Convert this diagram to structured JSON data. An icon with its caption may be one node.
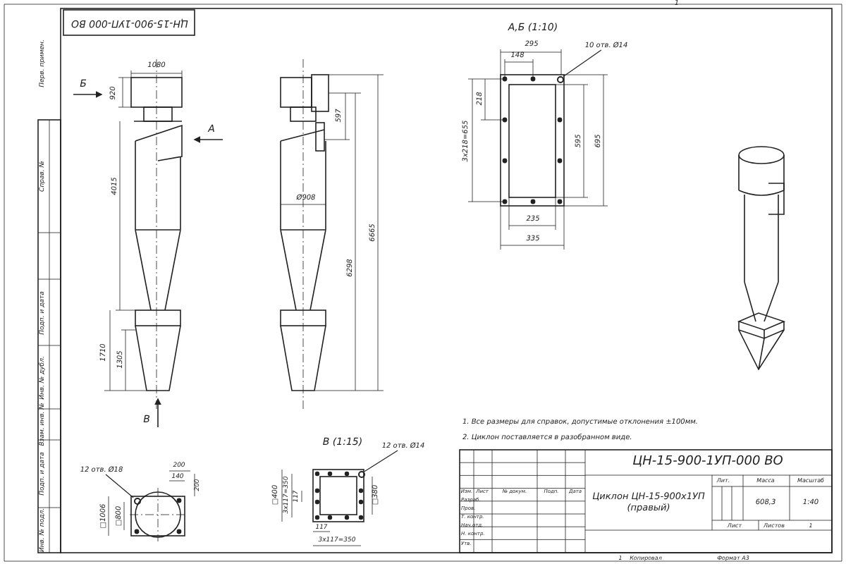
{
  "diagram": {
    "nodes": [
      {
        "text": [
          "10 отв. Ø14"
        ]
      },
      {
        "text": [],
        "shape": "circle"
      },
      {
        "text": [
          "12 отв. Ø18"
        ]
      },
      {
        "text": [],
        "shape": "circle"
      },
      {
        "text": [
          "12 отв. Ø14"
        ]
      },
      {
        "text": [],
        "shape": "circle"
      }
    ],
    "edges": [
      {
        "from": 0,
        "to": 1,
        "arrow": "none"
      },
      {
        "from": 2,
        "to": 3,
        "arrow": "none"
      },
      {
        "from": 4,
        "to": 5,
        "arrow": "none"
      }
    ],
    "labels": [
      "1",
      "ЦН-15-900-1УП-000 ВО",
      "Перв. примен.",
      "Справ. №",
      "Подп. и дата",
      "Инв. № дубл.",
      "Взам. инв. №",
      "Подп. и дата",
      "Инв. № подл.",
      "1080",
      "Б",
      "920",
      "А",
      "4015",
      "1710",
      "1305",
      "В",
      "597",
      "Ø908",
      "6298",
      "6665",
      "А,Б (1:10)",
      "295",
      "148",
      "218",
      "3x218=655",
      "595",
      "695",
      "235",
      "335",
      "1. Все размеры для справок, допустимые отклонения ±100мм.",
      "2. Циклон поставляется в разобранном виде.",
      "В (1:15)",
      "200",
      "140",
      "200",
      "□1006",
      "□800",
      "□400",
      "3x117=350",
      "117",
      "□380",
      "117",
      "3x117=350",
      "ЦН-15-900-1УП-000 ВО",
      "Изм.",
      "Лист",
      "№ докум.",
      "Подп.",
      "Дата",
      "Разраб.",
      "Пров.",
      "Т. контр.",
      "Нач.отд.",
      "Н. контр.",
      "Утв.",
      "Циклон ЦН-15-900х1УП (правый)",
      "Лит.",
      "Масса",
      "Масштаб",
      "608,3",
      "1:40",
      "Лист",
      "Листов",
      "1",
      "1",
      "Копировал",
      "Формат А3"
    ]
  }
}
